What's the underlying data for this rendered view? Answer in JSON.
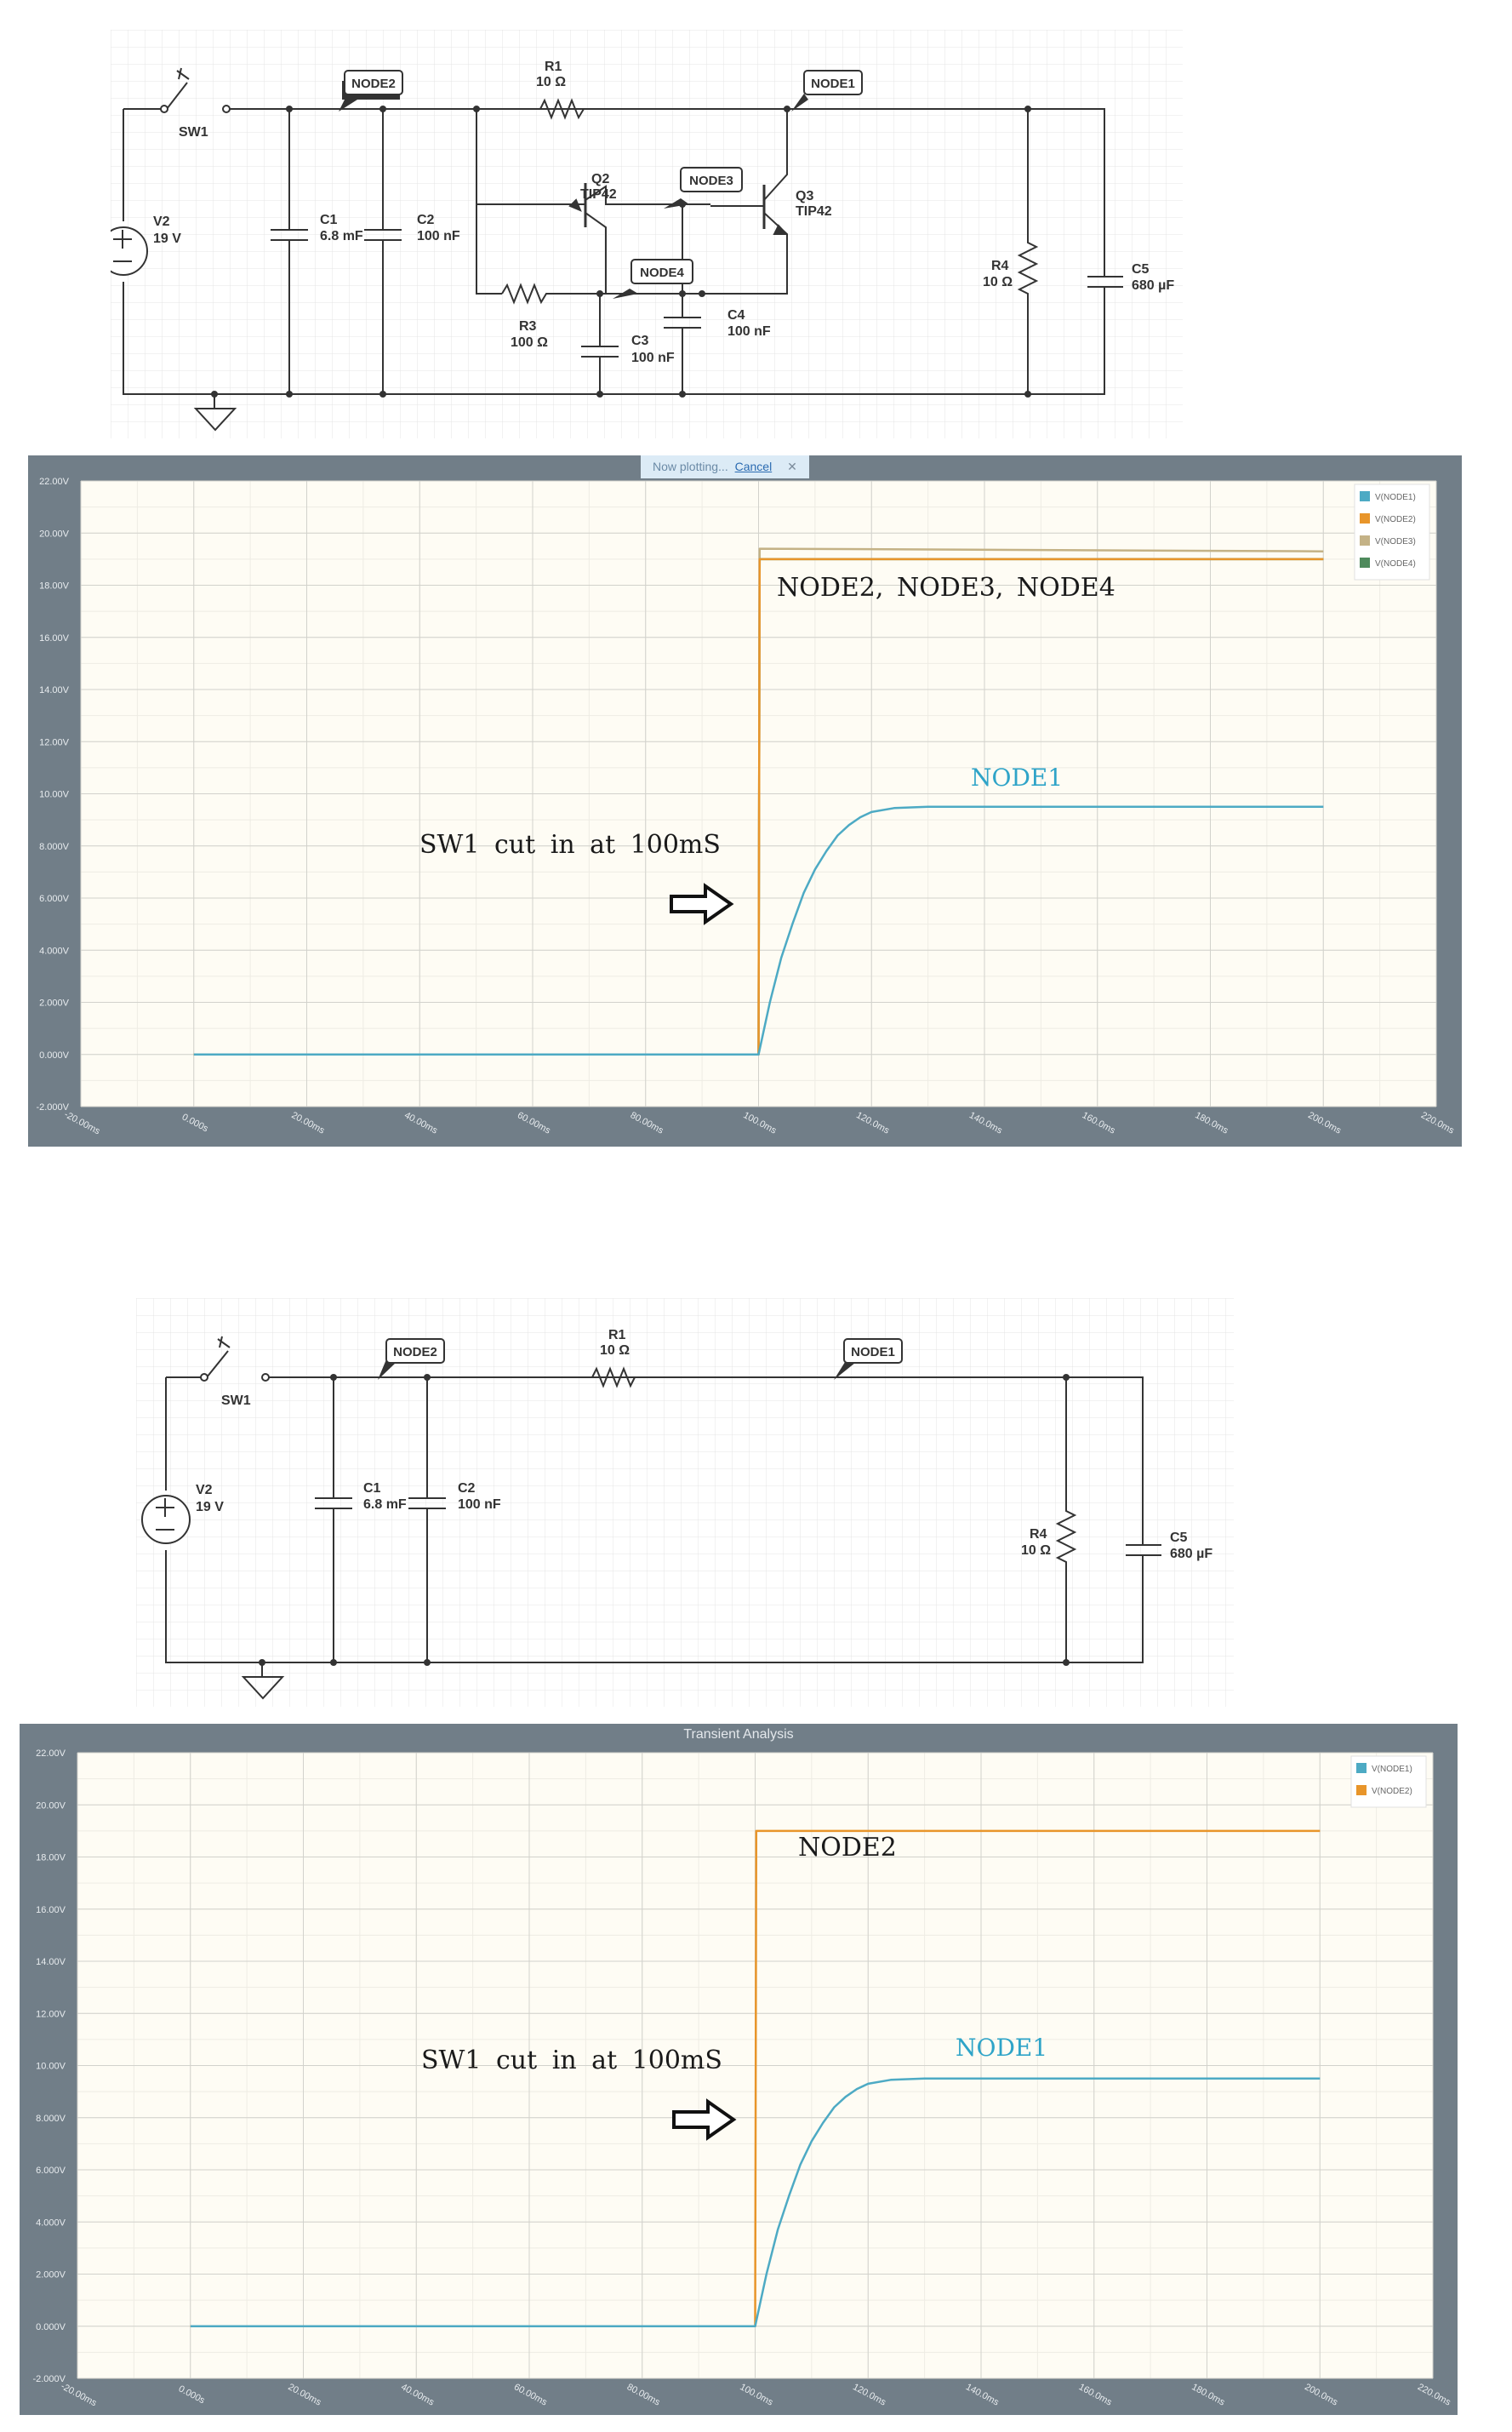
{
  "schematic1": {
    "labels": {
      "sw1": "SW1",
      "v2": "V2",
      "v2_val": "19 V",
      "r1": "R1",
      "r1_val": "10 Ω",
      "c1": "C1",
      "c1_val": "6.8 mF",
      "c2": "C2",
      "c2_val": "100 nF",
      "q2": "Q2",
      "q2_val": "TIP42",
      "q3": "Q3",
      "q3_val": "TIP42",
      "r3": "R3",
      "r3_val": "100 Ω",
      "c3": "C3",
      "c3_val": "100 nF",
      "c4": "C4",
      "c4_val": "100 nF",
      "r4": "R4",
      "r4_val": "10 Ω",
      "c5": "C5",
      "c5_val": "680 µF"
    },
    "nodes": {
      "node1": "NODE1",
      "node2": "NODE2",
      "node3": "NODE3",
      "node4": "NODE4"
    }
  },
  "schematic2": {
    "labels": {
      "sw1": "SW1",
      "v2": "V2",
      "v2_val": "19 V",
      "r1": "R1",
      "r1_val": "10 Ω",
      "c1": "C1",
      "c1_val": "6.8 mF",
      "c2": "C2",
      "c2_val": "100 nF",
      "r4": "R4",
      "r4_val": "10 Ω",
      "c5": "C5",
      "c5_val": "680 µF"
    },
    "nodes": {
      "node1": "NODE1",
      "node2": "NODE2"
    }
  },
  "plot1": {
    "status": {
      "text": "Now plotting...",
      "cancel": "Cancel",
      "close": "✕"
    },
    "annotations": {
      "nodes234": "NODE2, NODE3, NODE4",
      "node1": "NODE1",
      "switch_note": "SW1 cut in at 100mS",
      "arrow_icon": "right-arrow-icon"
    }
  },
  "plot2": {
    "title": "Transient Analysis",
    "annotations": {
      "node2": "NODE2",
      "node1": "NODE1",
      "switch_note": "SW1 cut in at 100mS",
      "arrow_icon": "right-arrow-icon"
    }
  },
  "colors": {
    "node1": "#4daac4",
    "node2": "#e8952a",
    "node3": "#c4b286",
    "node4": "#4e8a5c",
    "plot_bg": "#fefcf4",
    "panel_bg": "#717e88",
    "annotation_node1": "#2fa4c8"
  },
  "chart_data": [
    {
      "type": "line",
      "xlim": [
        -20,
        220
      ],
      "ylim": [
        -2,
        22
      ],
      "x_ticks": [
        -20,
        0,
        20,
        40,
        60,
        80,
        100,
        120,
        140,
        160,
        180,
        200,
        220
      ],
      "x_tick_labels": [
        "-20.00ms",
        "0.000s",
        "20.00ms",
        "40.00ms",
        "60.00ms",
        "80.00ms",
        "100.0ms",
        "120.0ms",
        "140.0ms",
        "160.0ms",
        "180.0ms",
        "200.0ms",
        "220.0ms"
      ],
      "y_ticks": [
        -2,
        0,
        2,
        4,
        6,
        8,
        10,
        12,
        14,
        16,
        18,
        20,
        22
      ],
      "y_tick_labels": [
        "-2.000V",
        "0.000V",
        "2.000V",
        "4.000V",
        "6.000V",
        "8.000V",
        "10.00V",
        "12.00V",
        "14.00V",
        "16.00V",
        "18.00V",
        "20.00V",
        "22.00V"
      ],
      "grid": true,
      "legend_position": "top-right",
      "series": [
        {
          "name": "V(NODE1)",
          "color": "#4daac4",
          "x": [
            0,
            100,
            102,
            104,
            106,
            108,
            110,
            112,
            114,
            116,
            118,
            120,
            124,
            130,
            140,
            200
          ],
          "y": [
            0,
            0,
            2.0,
            3.7,
            5.0,
            6.2,
            7.1,
            7.8,
            8.4,
            8.8,
            9.1,
            9.3,
            9.45,
            9.5,
            9.5,
            9.5
          ]
        },
        {
          "name": "V(NODE2)",
          "color": "#e8952a",
          "x": [
            0,
            100,
            100.2,
            200
          ],
          "y": [
            0,
            0,
            19.0,
            19.0
          ]
        },
        {
          "name": "V(NODE3)",
          "color": "#c4b286",
          "x": [
            0,
            100,
            100.2,
            200
          ],
          "y": [
            0,
            0,
            19.4,
            19.3
          ]
        },
        {
          "name": "V(NODE4)",
          "color": "#4e8a5c",
          "x": [
            0,
            100,
            100.2,
            200
          ],
          "y": [
            0,
            0,
            19.0,
            19.0
          ]
        }
      ]
    },
    {
      "type": "line",
      "title": "Transient Analysis",
      "xlim": [
        -20,
        220
      ],
      "ylim": [
        -2,
        22
      ],
      "x_ticks": [
        -20,
        0,
        20,
        40,
        60,
        80,
        100,
        120,
        140,
        160,
        180,
        200,
        220
      ],
      "x_tick_labels": [
        "-20.00ms",
        "0.000s",
        "20.00ms",
        "40.00ms",
        "60.00ms",
        "80.00ms",
        "100.0ms",
        "120.0ms",
        "140.0ms",
        "160.0ms",
        "180.0ms",
        "200.0ms",
        "220.0ms"
      ],
      "y_ticks": [
        -2,
        0,
        2,
        4,
        6,
        8,
        10,
        12,
        14,
        16,
        18,
        20,
        22
      ],
      "y_tick_labels": [
        "-2.000V",
        "0.000V",
        "2.000V",
        "4.000V",
        "6.000V",
        "8.000V",
        "10.00V",
        "12.00V",
        "14.00V",
        "16.00V",
        "18.00V",
        "20.00V",
        "22.00V"
      ],
      "grid": true,
      "legend_position": "top-right",
      "series": [
        {
          "name": "V(NODE1)",
          "color": "#4daac4",
          "x": [
            0,
            100,
            102,
            104,
            106,
            108,
            110,
            112,
            114,
            116,
            118,
            120,
            124,
            130,
            140,
            200
          ],
          "y": [
            0,
            0,
            2.0,
            3.7,
            5.0,
            6.2,
            7.1,
            7.8,
            8.4,
            8.8,
            9.1,
            9.3,
            9.45,
            9.5,
            9.5,
            9.5
          ]
        },
        {
          "name": "V(NODE2)",
          "color": "#e8952a",
          "x": [
            0,
            100,
            100.2,
            200
          ],
          "y": [
            0,
            0,
            19.0,
            19.0
          ]
        }
      ]
    }
  ]
}
